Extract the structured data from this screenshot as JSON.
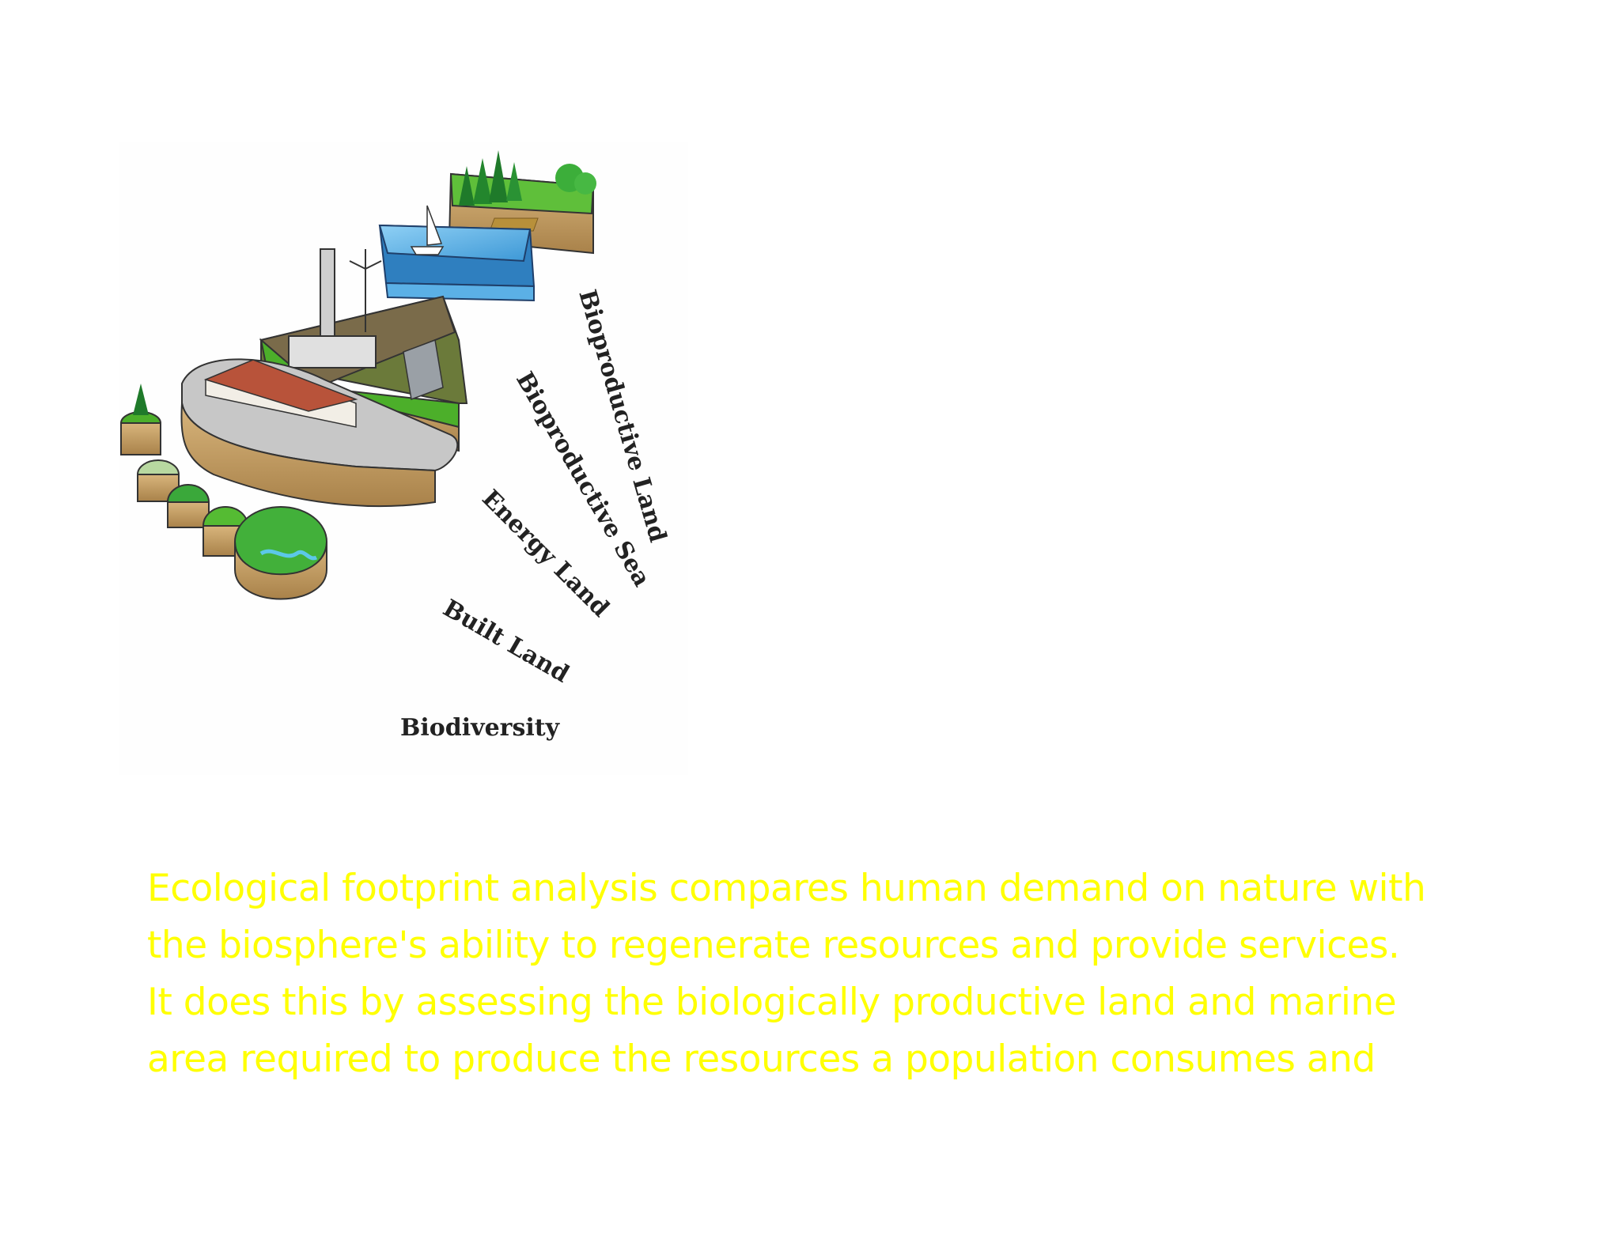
{
  "diagram": {
    "labels": {
      "bioproductive_land": "Bioproductive Land",
      "bioproductive_sea": "Bioproductive Sea",
      "energy_land": "Energy Land",
      "built_land": "Built Land",
      "biodiversity": "Biodiversity"
    }
  },
  "caption": {
    "lines": [
      "Ecological footprint analysis compares human demand on nature with",
      "the biosphere's ability to regenerate resources and provide services.",
      "It does this by assessing the biologically productive land and marine",
      "area required to produce the resources a population consumes and"
    ]
  },
  "colors": {
    "caption_text": "#ffff00",
    "grass": "#4caf2a",
    "soil": "#c9a46a",
    "water": "#4aa8e0",
    "label_text": "#222222"
  }
}
